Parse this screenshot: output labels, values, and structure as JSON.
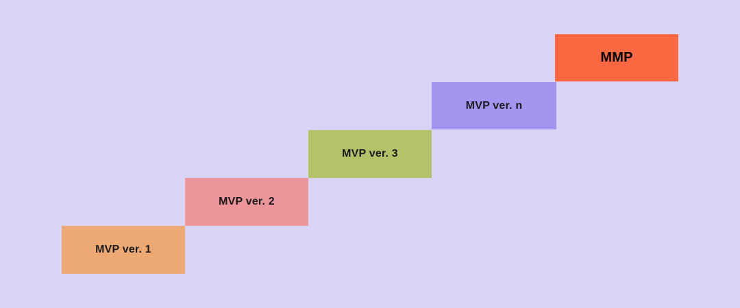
{
  "diagram": {
    "background_color": "#d9d3f6",
    "text_color": "#1a1a1a",
    "steps": [
      {
        "label": "MVP ver. 1",
        "color": "#eda973"
      },
      {
        "label": "MVP ver. 2",
        "color": "#ec959b"
      },
      {
        "label": "MVP ver. 3",
        "color": "#b4c269"
      },
      {
        "label": "MVP ver. n",
        "color": "#a495f0"
      },
      {
        "label": "MMP",
        "color": "#fb6740"
      }
    ]
  }
}
